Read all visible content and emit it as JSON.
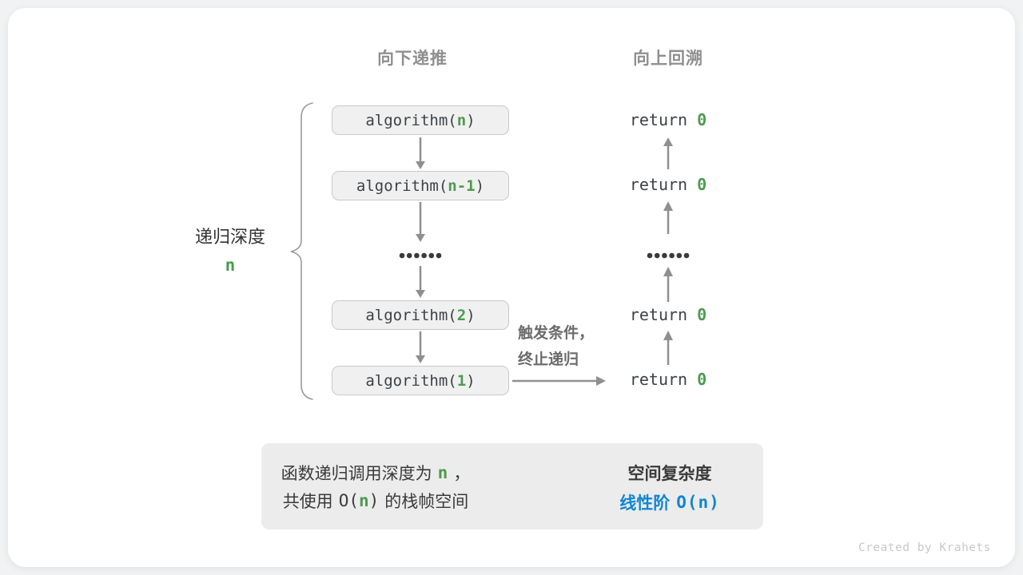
{
  "headers": {
    "recurse_down": "向下递推",
    "backtrack_up": "向上回溯"
  },
  "depth": {
    "label": "递归深度",
    "value": "n"
  },
  "stack": {
    "boxes": [
      {
        "fn": "algorithm(",
        "arg": "n",
        "close": ")"
      },
      {
        "fn": "algorithm(",
        "arg": "n-1",
        "close": ")"
      },
      {
        "fn": "algorithm(",
        "arg": "2",
        "close": ")"
      },
      {
        "fn": "algorithm(",
        "arg": "1",
        "close": ")"
      }
    ]
  },
  "returns": [
    {
      "kw": "return",
      "val": "0"
    },
    {
      "kw": "return",
      "val": "0"
    },
    {
      "kw": "return",
      "val": "0"
    },
    {
      "kw": "return",
      "val": "0"
    }
  ],
  "base_case": {
    "line1": "触发条件，",
    "line2": "终止递归"
  },
  "summary": {
    "left": {
      "l1_pre": "函数递归调用深度为",
      "l1_var": "n",
      "l1_post": "，",
      "l2_pre": "共使用",
      "l2_o": "O(",
      "l2_var": "n",
      "l2_close": ")",
      "l2_post": "的栈帧空间"
    },
    "right": {
      "title": "空间复杂度",
      "result_pre": "线性阶",
      "result_big_o": "O(n)"
    }
  },
  "credit": "Created by Krahets",
  "colors": {
    "green": "#4c9b4f",
    "blue": "#0f86d2",
    "arrow_gray": "#8f8f8f",
    "box_fill": "#f0f0f0",
    "box_border": "#c9c9c9",
    "panel_fill": "#ececec",
    "header_gray": "#8f8f8f",
    "code_dark": "#3d4247",
    "credit_gray": "#c9c9c9"
  }
}
